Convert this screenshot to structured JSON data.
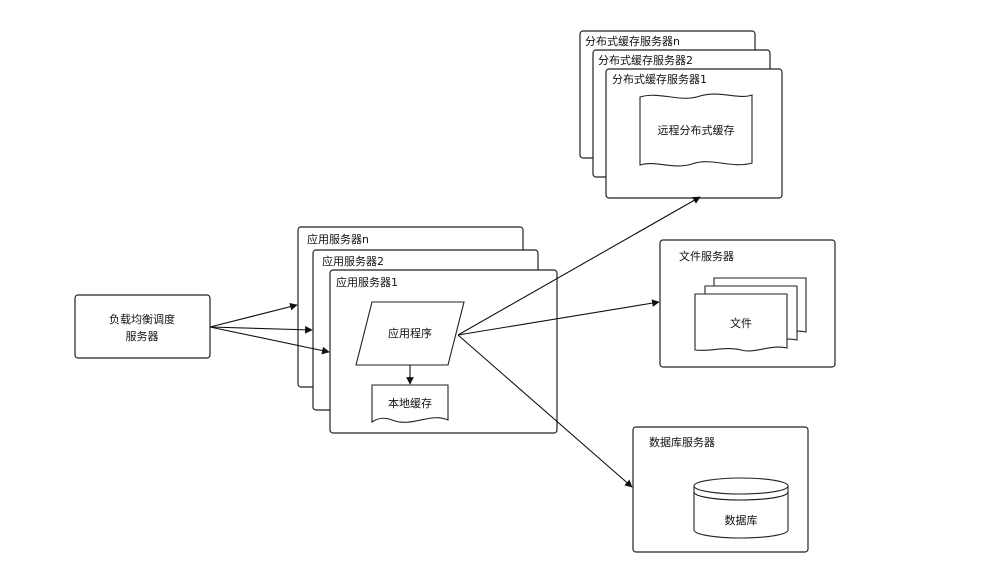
{
  "load_balancer": {
    "line1": "负载均衡调度",
    "line2": "服务器"
  },
  "app_servers": {
    "titles": [
      "应用服务器n",
      "应用服务器2",
      "应用服务器1"
    ],
    "program_label": "应用程序",
    "local_cache_label": "本地缓存"
  },
  "cache_servers": {
    "titles": [
      "分布式缓存服务器n",
      "分布式缓存服务器2",
      "分布式缓存服务器1"
    ],
    "remote_cache_label": "远程分布式缓存"
  },
  "file_server": {
    "title": "文件服务器",
    "file_label": "文件"
  },
  "db_server": {
    "title": "数据库服务器",
    "db_label": "数据库"
  }
}
